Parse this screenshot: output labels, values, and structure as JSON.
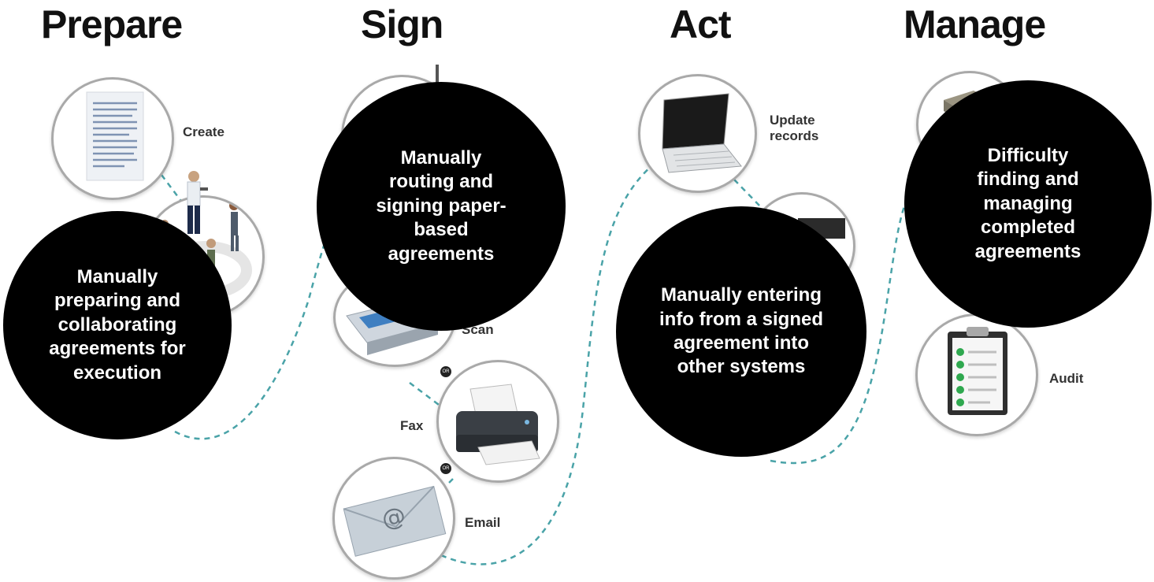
{
  "stages": {
    "prepare": {
      "title": "Prepare",
      "pain": "Manually preparing and collaborating agreements for execution",
      "steps": {
        "create": "Create"
      }
    },
    "sign": {
      "title": "Sign",
      "pain": "Manually routing and signing paper-based agreements",
      "steps": {
        "scan": "Scan",
        "fax": "Fax",
        "email": "Email"
      },
      "or_badge": "OR"
    },
    "act": {
      "title": "Act",
      "pain": "Manually entering info from a signed agreement into other systems",
      "steps": {
        "update": "Update records"
      }
    },
    "manage": {
      "title": "Manage",
      "pain": "Difficulty finding and managing completed agreements",
      "steps": {
        "audit": "Audit"
      }
    }
  },
  "colors": {
    "connector": "#4aa3a8",
    "pain_circle": "#000000",
    "icon_border": "#a9a9a9"
  },
  "icons": [
    "document-icon",
    "people-icon",
    "tower-icon",
    "scanner-icon",
    "printer-icon",
    "envelope-icon",
    "laptop-icon",
    "device-icon",
    "box-icon",
    "clipboard-icon"
  ]
}
